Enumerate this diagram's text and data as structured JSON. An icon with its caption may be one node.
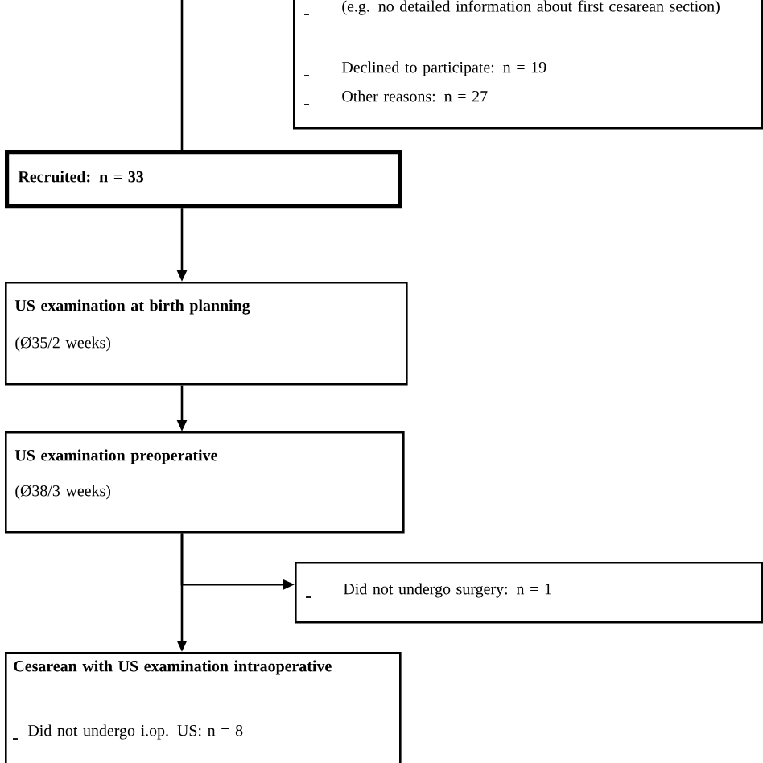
{
  "diagram": {
    "nodes": [
      {
        "text": [
          "(e.g. no detailed information about first cesarean section)",
          "Declined to participate: n = 19",
          "Other reasons: n = 27"
        ]
      },
      {
        "text": [
          "Recruited: n = 33"
        ]
      },
      {
        "text": [
          "US examination at birth planning",
          "(Ø35/2 weeks)"
        ]
      },
      {
        "text": [
          "US examination preoperative",
          "(Ø38/3 weeks)"
        ]
      },
      {
        "text": [
          "Did not undergo surgery: n = 1"
        ]
      },
      {
        "text": [
          "Cesarean with US examination intraoperative",
          "Did not undergo i.op. US: n = 8"
        ]
      }
    ],
    "edges": [
      {
        "from": null,
        "to": 1,
        "arrow": "none"
      },
      {
        "from": 1,
        "to": 2,
        "arrow": "to"
      },
      {
        "from": 2,
        "to": 3,
        "arrow": "to"
      },
      {
        "from": 3,
        "to": 4,
        "arrow": "to"
      },
      {
        "from": 3,
        "to": 5,
        "arrow": "to"
      }
    ]
  }
}
